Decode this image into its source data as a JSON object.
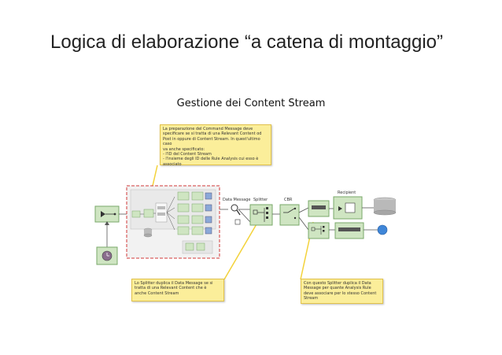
{
  "slide": {
    "title": "Logica di elaborazione “a catena di montaggio”",
    "subtitle": "Gestione dei Content Stream"
  },
  "notes": {
    "top": "La preparazione del Command Message deve\nspecificare se si tratta di una Relevant Content od\nPost in oppure di Content Stream. In quest'ultimo caso\nva anche specificato:\n- l'ID del Content Stream\n- l'insieme degli ID delle Rule Analysis cui esso è\nassociato",
    "left": "Lo Splitter duplica il Data Message se si\ntratta di una Relevant Content che è\nanche Content Stream",
    "right": "Con questo Splitter duplica il Data\nMessage per quante Analysis Rule\ndeve associare per lo stesso Content\nStream"
  },
  "labels": {
    "data_message": "Data Message",
    "splitter": "Splitter",
    "cbr": "CBR",
    "recipient": "Recipient"
  },
  "colors": {
    "note_fill": "#fbee9a",
    "box_green": "#cfe5c2",
    "dashed_red": "#d23a3a",
    "connector": "#f3d23a",
    "blue_endpoint": "#3f86d8"
  }
}
